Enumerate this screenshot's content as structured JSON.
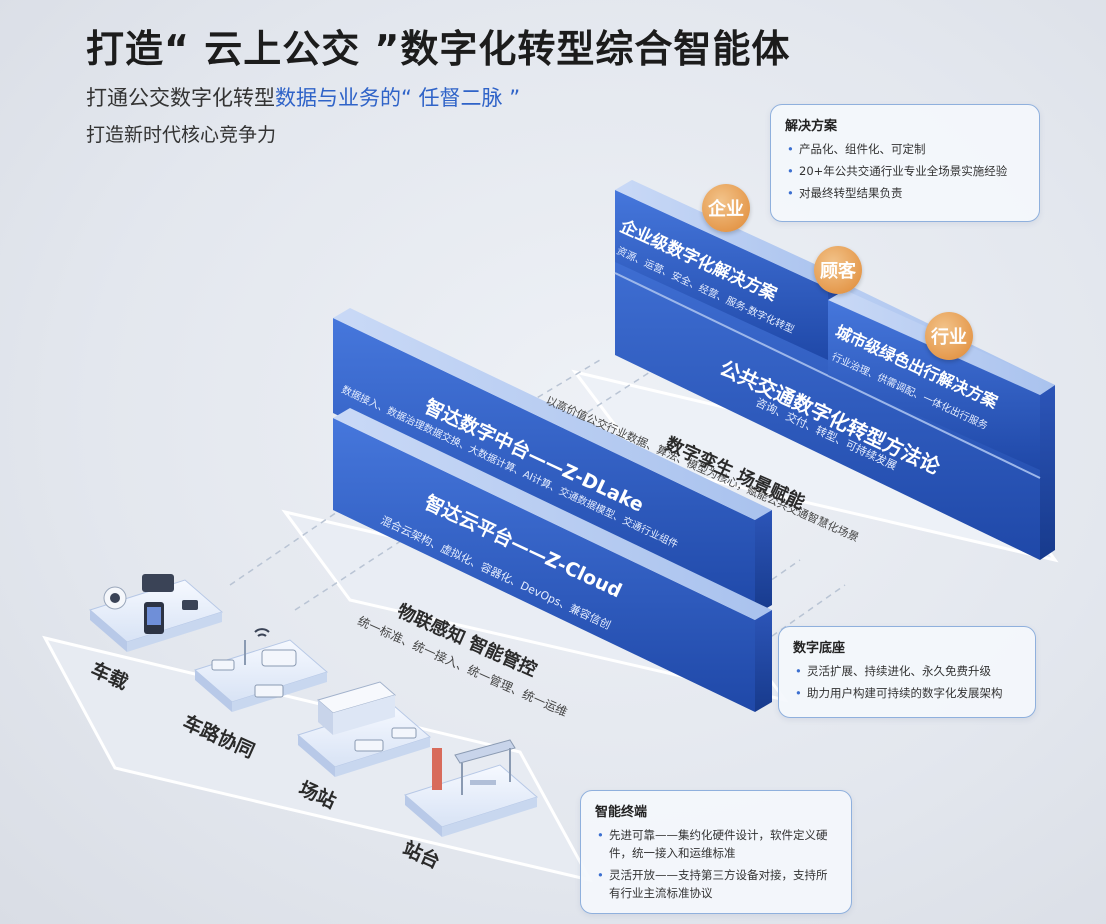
{
  "header": {
    "title": "打造“ 云上公交 ”数字化转型综合智能体",
    "subtitle_prefix": "打通公交数字化转型",
    "subtitle_highlight": "数据与业务的“ 任督二脉 ”",
    "subtitle2": "打造新时代核心竞争力"
  },
  "cards": {
    "solution": {
      "title": "解决方案",
      "items": [
        "产品化、组件化、可定制",
        "20+年公共交通行业专业全场景实施经验",
        "对最终转型结果负责"
      ]
    },
    "base": {
      "title": "数字底座",
      "items": [
        "灵活扩展、持续进化、永久免费升级",
        "助力用户构建可持续的数字化发展架构"
      ]
    },
    "terminal": {
      "title": "智能终端",
      "items": [
        "先进可靠——集约化硬件设计，软件定义硬件，统一接入和运维标准",
        "灵活开放——支持第三方设备对接，支持所有行业主流标准协议"
      ]
    }
  },
  "badges": {
    "enterprise": "企业",
    "customer": "顾客",
    "industry": "行业"
  },
  "blocks": {
    "enterprise_solution": {
      "title": "企业级数字化解决方案",
      "sub": "资源、运营、安全、经营、服务-数字化转型"
    },
    "city_solution": {
      "title": "城市级绿色出行解决方案",
      "sub": "行业治理、供需调配、一体化出行服务"
    },
    "methodology": {
      "title": "公共交通数字化转型方法论",
      "sub": "咨询、交付、转型、可持续发展"
    },
    "zdlake": {
      "title": "智达数字中台——Z-DLake",
      "sub": "数据接入、数据治理数据交换、大数据计算、AI计算、交通数据模型、交通行业组件"
    },
    "zcloud": {
      "title": "智达云平台——Z-Cloud",
      "sub": "混合云架构、虚拟化、容器化、DevOps、兼容信创"
    }
  },
  "layers": {
    "twin_title": "数字孪生  场景赋能",
    "twin_sub": "以高价值公交行业数据、算法、模型为核心，赋能公共交通智慧化场景",
    "iot_title": "物联感知  智能管控",
    "iot_sub": "统一标准、统一接入、统一管理、统一运维"
  },
  "devices": [
    "车载",
    "车路协同",
    "场站",
    "站台"
  ],
  "colors": {
    "accent": "#2f63c8",
    "bar_top": "#3d6ed6",
    "bar_bottom": "#1d46a6",
    "badge": "#e59a4e",
    "card_border": "#8fb0dd"
  }
}
